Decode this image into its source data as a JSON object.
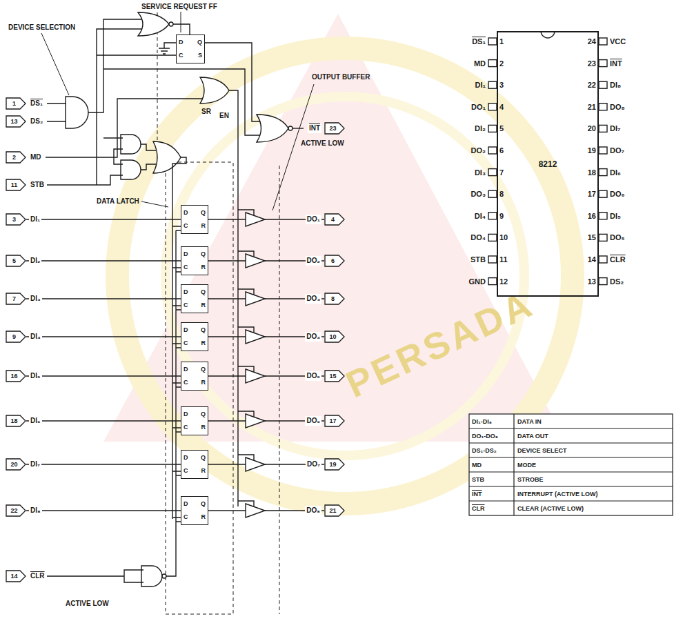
{
  "diagram": {
    "nodes": [
      {
        "text": [
          "8212"
        ]
      },
      {
        "text": [
          "D",
          "Q",
          "C",
          "S"
        ]
      },
      {
        "text": [
          "D",
          "Q",
          "C",
          "R"
        ]
      },
      {
        "text": [
          "D",
          "Q",
          "C",
          "R"
        ]
      },
      {
        "text": [
          "D",
          "Q",
          "C",
          "R"
        ]
      },
      {
        "text": [
          "D",
          "Q",
          "C",
          "R"
        ]
      },
      {
        "text": [
          "D",
          "Q",
          "C",
          "R"
        ]
      },
      {
        "text": [
          "D",
          "Q",
          "C",
          "R"
        ]
      },
      {
        "text": [
          "D",
          "Q",
          "C",
          "R"
        ]
      },
      {
        "text": [
          "D",
          "Q",
          "C",
          "R"
        ]
      },
      {
        "text": [
          "1"
        ]
      },
      {
        "text": [
          "13"
        ]
      },
      {
        "text": [
          "2"
        ]
      },
      {
        "text": [
          "11"
        ]
      },
      {
        "text": [
          "3"
        ]
      },
      {
        "text": [
          "5"
        ]
      },
      {
        "text": [
          "7"
        ]
      },
      {
        "text": [
          "9"
        ]
      },
      {
        "text": [
          "16"
        ]
      },
      {
        "text": [
          "18"
        ]
      },
      {
        "text": [
          "20"
        ]
      },
      {
        "text": [
          "22"
        ]
      },
      {
        "text": [
          "14"
        ]
      },
      {
        "text": [
          "23"
        ]
      },
      {
        "text": [
          "4"
        ]
      },
      {
        "text": [
          "6"
        ]
      },
      {
        "text": [
          "8"
        ]
      },
      {
        "text": [
          "10"
        ]
      },
      {
        "text": [
          "15"
        ]
      },
      {
        "text": [
          "17"
        ]
      },
      {
        "text": [
          "19"
        ]
      },
      {
        "text": [
          "21"
        ]
      }
    ],
    "edges": [
      {
        "from": 14,
        "to": 2,
        "arrow": "none"
      },
      {
        "from": 15,
        "to": 3,
        "arrow": "none"
      },
      {
        "from": 16,
        "to": 4,
        "arrow": "none"
      },
      {
        "from": 17,
        "to": 5,
        "arrow": "none"
      },
      {
        "from": 18,
        "to": 6,
        "arrow": "none"
      },
      {
        "from": 19,
        "to": 7,
        "arrow": "none"
      },
      {
        "from": 20,
        "to": 8,
        "arrow": "none"
      },
      {
        "from": 21,
        "to": 9,
        "arrow": "none"
      },
      {
        "from": 2,
        "to": 24,
        "arrow": "none"
      },
      {
        "from": 3,
        "to": 25,
        "arrow": "none"
      },
      {
        "from": 4,
        "to": 26,
        "arrow": "none"
      },
      {
        "from": 5,
        "to": 27,
        "arrow": "none"
      },
      {
        "from": 6,
        "to": 28,
        "arrow": "none"
      },
      {
        "from": 7,
        "to": 29,
        "arrow": "none"
      },
      {
        "from": 8,
        "to": 30,
        "arrow": "none"
      },
      {
        "from": 9,
        "to": 31,
        "arrow": "none"
      }
    ],
    "labels": [
      "SERVICE REQUEST FF",
      "DEVICE SELECTION",
      "DS₁",
      "DS₂",
      "MD",
      "STB",
      "DI₁",
      "DI₂",
      "DI₃",
      "DI₄",
      "DI₅",
      "DI₆",
      "DI₇",
      "DI₈",
      "CLR",
      "ACTIVE LOW",
      "DATA LATCH",
      "OUTPUT BUFFER",
      "INT",
      "ACTIVE LOW",
      "EN",
      "SR",
      "DO₁",
      "DO₂",
      "DO₃",
      "DO₄",
      "DO₅",
      "DO₆",
      "DO₇",
      "DO₈",
      "1",
      "DS₁",
      "2",
      "MD",
      "3",
      "DI₁",
      "4",
      "DO₁",
      "5",
      "DI₂",
      "6",
      "DO₂",
      "7",
      "DI₃",
      "8",
      "DO₃",
      "9",
      "DI₄",
      "10",
      "DO₄",
      "11",
      "STB",
      "12",
      "GND",
      "24",
      "VCC",
      "23",
      "INT",
      "22",
      "DI₈",
      "21",
      "DO₈",
      "20",
      "DI₇",
      "19",
      "DO₇",
      "18",
      "DI₆",
      "17",
      "DO₆",
      "16",
      "DI₅",
      "15",
      "DO₅",
      "14",
      "CLR",
      "13",
      "DS₂",
      "DI₁-DI₈",
      "DATA IN",
      "DO₁-DO₈",
      "DATA OUT",
      "DS₁-DS₂",
      "DEVICE SELECT",
      "MD",
      "MODE",
      "STB",
      "STROBE",
      "INT",
      "INTERRUPT (ACTIVE LOW)",
      "CLR",
      "CLEAR (ACTIVE LOW)",
      "PERSADA"
    ]
  }
}
